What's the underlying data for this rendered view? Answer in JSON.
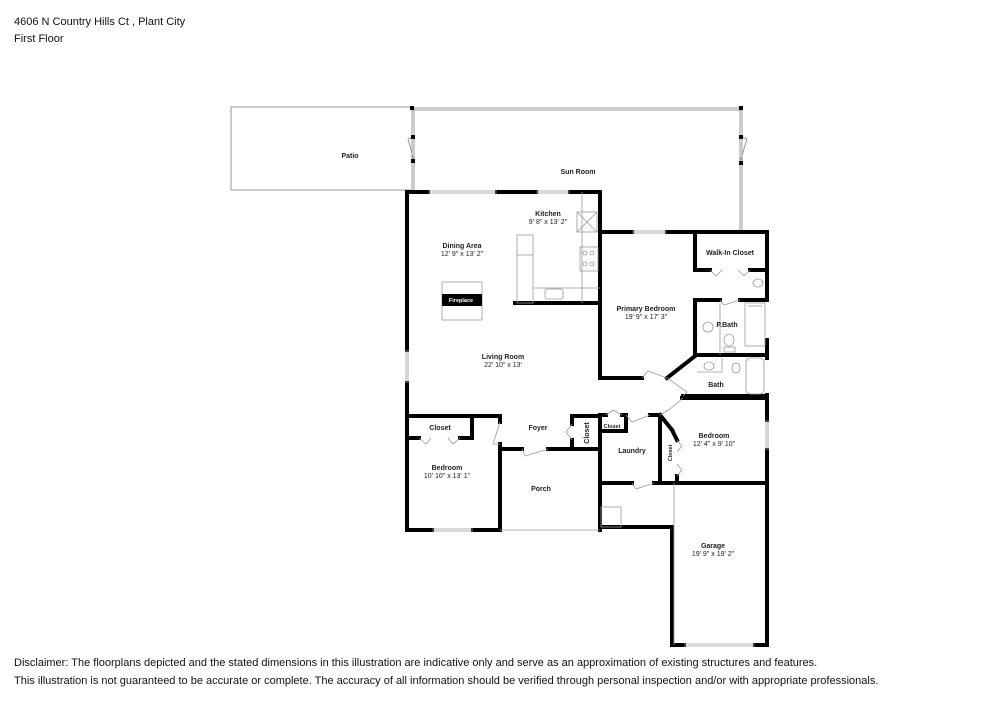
{
  "header": {
    "address": "4606 N Country Hills Ct , Plant City",
    "floor": "First Floor"
  },
  "rooms": [
    {
      "id": "patio",
      "name": "Patio",
      "dims": ""
    },
    {
      "id": "sun_room",
      "name": "Sun Room",
      "dims": ""
    },
    {
      "id": "kitchen",
      "name": "Kitchen",
      "dims": "9' 8\" x 13' 2\""
    },
    {
      "id": "dining_area",
      "name": "Dining Area",
      "dims": "12' 9\" x 13' 2\""
    },
    {
      "id": "fireplace",
      "name": "Fireplace",
      "dims": ""
    },
    {
      "id": "walk_in_closet",
      "name": "Walk-In Closet",
      "dims": ""
    },
    {
      "id": "primary_bedroom",
      "name": "Primary Bedroom",
      "dims": "19' 9\" x 17' 3\""
    },
    {
      "id": "p_bath",
      "name": "P.Bath",
      "dims": ""
    },
    {
      "id": "bath",
      "name": "Bath",
      "dims": ""
    },
    {
      "id": "living_room",
      "name": "Living Room",
      "dims": "22' 10\" x 13'"
    },
    {
      "id": "closet_bed2",
      "name": "Closet",
      "dims": ""
    },
    {
      "id": "foyer",
      "name": "Foyer",
      "dims": ""
    },
    {
      "id": "closet_foyer",
      "name": "Closet",
      "dims": ""
    },
    {
      "id": "closet_laundry",
      "name": "Closet",
      "dims": ""
    },
    {
      "id": "bedroom_3",
      "name": "Bedroom",
      "dims": "12' 4\" x 9' 10\""
    },
    {
      "id": "closet_bed3",
      "name": "Closet",
      "dims": ""
    },
    {
      "id": "bedroom_2",
      "name": "Bedroom",
      "dims": "10' 10\" x 13' 1\""
    },
    {
      "id": "laundry",
      "name": "Laundry",
      "dims": ""
    },
    {
      "id": "porch",
      "name": "Porch",
      "dims": ""
    },
    {
      "id": "garage",
      "name": "Garage",
      "dims": "19' 9\" x 19' 2\""
    }
  ],
  "disclaimer": {
    "line1": "Disclaimer: The floorplans depicted and the stated dimensions in this illustration are indicative only and serve as an approximation of existing structures and features.",
    "line2": "This illustration is not guaranteed to be accurate or complete. The accuracy of all information should be verified through personal inspection and/or with appropriate professionals."
  },
  "colors": {
    "wall": "#000000",
    "thin_line": "#9a9a9a",
    "background": "#ffffff"
  }
}
